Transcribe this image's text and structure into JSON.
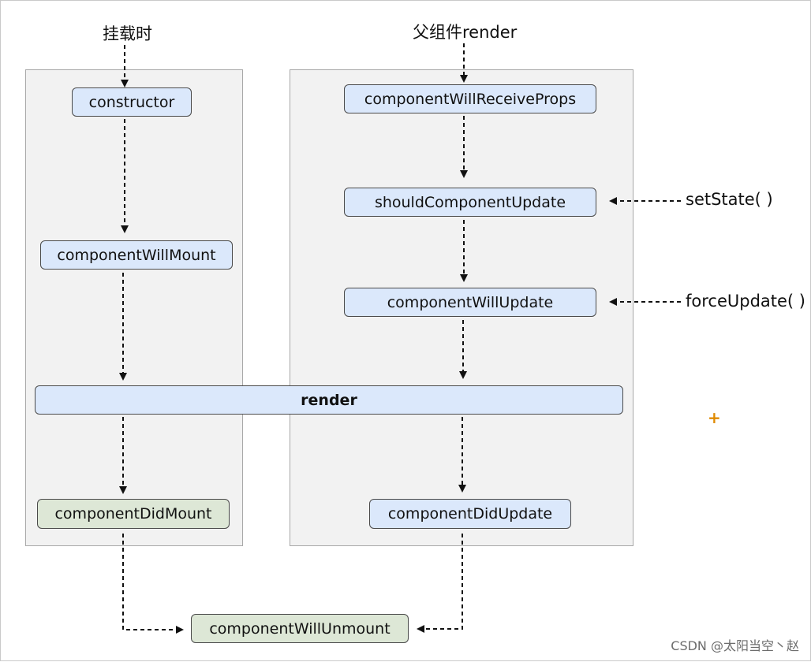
{
  "titles": {
    "mount": "挂载时",
    "update": "父组件render"
  },
  "nodes": {
    "constructor": "constructor",
    "will_mount": "componentWillMount",
    "render": "render",
    "did_mount": "componentDidMount",
    "will_receive_props": "componentWillReceiveProps",
    "should_update": "shouldComponentUpdate",
    "will_update": "componentWillUpdate",
    "did_update": "componentDidUpdate",
    "will_unmount": "componentWillUnmount"
  },
  "triggers": {
    "set_state": "setState( )",
    "force_update": "forceUpdate( )"
  },
  "decor": {
    "plus": "+"
  },
  "watermark": "CSDN @太阳当空丶赵",
  "colors": {
    "node_blue": "#dbe8fb",
    "node_green": "#dde7d6",
    "panel_bg": "#f2f2f2",
    "accent_plus": "#e08a00"
  }
}
